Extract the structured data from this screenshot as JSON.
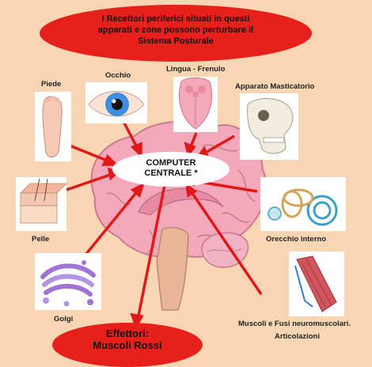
{
  "title_lines": [
    "I Recettori periferici situati in questi",
    "apparati e zone possono perturbare il",
    "Sistema Posturale"
  ],
  "center_lines": [
    "COMPUTER",
    "CENTRALE   *"
  ],
  "effector_lines": [
    "Effettori:",
    "Muscoli Rossi"
  ],
  "labels": {
    "piede": "Piede",
    "occhio": "Occhio",
    "lingua": "Lingua - Frenulo",
    "masticatorio": "Apparato Masticatorio",
    "pelle": "Pelle",
    "orecchio": "Orecchio interno",
    "golgi": "Golgi",
    "muscoli": "Muscoli e Fusi neuromuscolari.",
    "articolazioni": "Articolazioni"
  },
  "colors": {
    "background": "#f8d6b4",
    "ellipse_red": "#e8201c",
    "arrow_red": "#e01818",
    "brain_pink": "#f4a8bc"
  }
}
